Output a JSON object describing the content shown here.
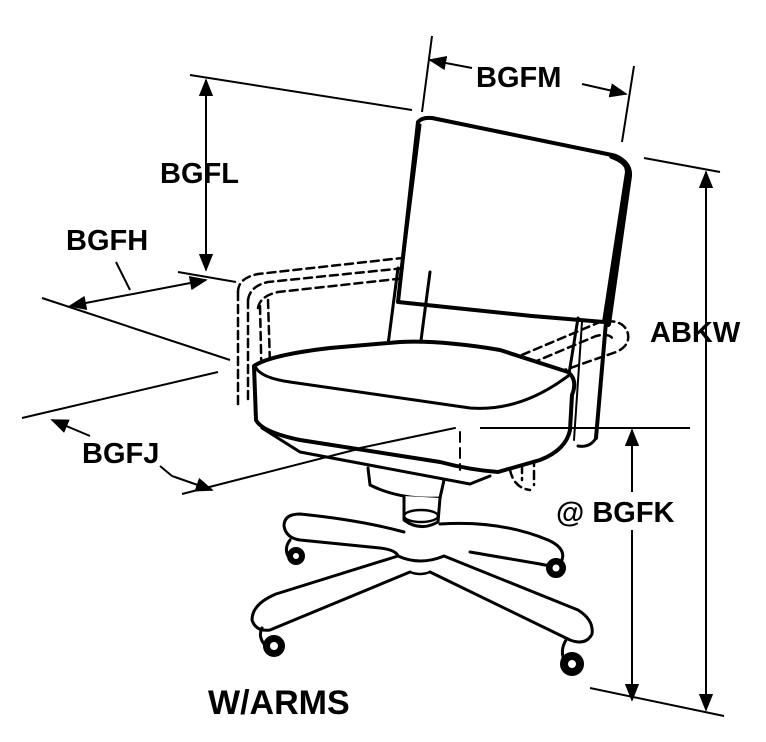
{
  "labels": {
    "bgfm": "BGFM",
    "bgfl": "BGFL",
    "bgfh": "BGFH",
    "abkw": "ABKW",
    "bgfj": "BGFJ",
    "bgfk": "@ BGFK"
  },
  "caption": "W/ARMS",
  "colors": {
    "ink": "#000000",
    "paper": "#ffffff"
  }
}
